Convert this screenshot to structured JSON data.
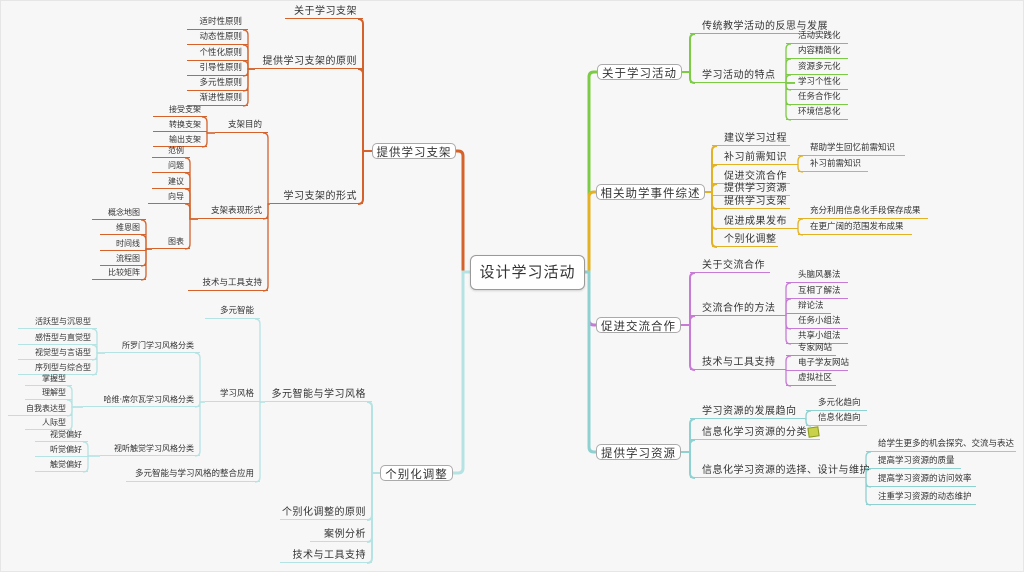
{
  "central": "设计学习活动",
  "colors": {
    "r0": "#7ccb45",
    "r1": "#e3b224",
    "r2": "#c77ad6",
    "r3": "#8fd0d0",
    "l0": "#d4622a",
    "l1": "#b5e3e3"
  },
  "right": [
    {
      "label": "关于学习活动",
      "children": [
        {
          "label": "传统教学活动的反思与发展"
        },
        {
          "label": "学习活动的特点",
          "children": [
            {
              "label": "活动实践化"
            },
            {
              "label": "内容精简化"
            },
            {
              "label": "资源多元化"
            },
            {
              "label": "学习个性化"
            },
            {
              "label": "任务合作化"
            },
            {
              "label": "环境信息化"
            }
          ]
        }
      ]
    },
    {
      "label": "相关助学事件综述",
      "children": [
        {
          "label": "建议学习过程"
        },
        {
          "label": "补习前需知识",
          "children": [
            {
              "label": "帮助学生回忆前需知识"
            },
            {
              "label": "补习前需知识"
            }
          ]
        },
        {
          "label": "促进交流合作"
        },
        {
          "label": "提供学习资源"
        },
        {
          "label": "提供学习支架"
        },
        {
          "label": "促进成果发布",
          "children": [
            {
              "label": "充分利用信息化手段保存成果"
            },
            {
              "label": "在更广阔的范围发布成果"
            }
          ]
        },
        {
          "label": "个别化调整"
        }
      ]
    },
    {
      "label": "促进交流合作",
      "children": [
        {
          "label": "关于交流合作"
        },
        {
          "label": "交流合作的方法",
          "children": [
            {
              "label": "头脑风暴法"
            },
            {
              "label": "互相了解法"
            },
            {
              "label": "辩论法"
            },
            {
              "label": "任务小组法"
            },
            {
              "label": "共享小组法"
            }
          ]
        },
        {
          "label": "技术与工具支持",
          "children": [
            {
              "label": "专家网站"
            },
            {
              "label": "电子学友网站"
            },
            {
              "label": "虚拟社区"
            }
          ]
        }
      ]
    },
    {
      "label": "提供学习资源",
      "children": [
        {
          "label": "学习资源的发展趋向",
          "children": [
            {
              "label": "多元化趋向"
            },
            {
              "label": "信息化趋向"
            }
          ]
        },
        {
          "label": "信息化学习资源的分类"
        },
        {
          "label": "信息化学习资源的选择、设计与维护",
          "children": [
            {
              "label": "给学生更多的机会探究、交流与表达"
            },
            {
              "label": "提高学习资源的质量"
            },
            {
              "label": "提高学习资源的访问效率"
            },
            {
              "label": "注重学习资源的动态维护"
            }
          ]
        }
      ]
    }
  ],
  "left": [
    {
      "label": "提供学习支架",
      "children": [
        {
          "label": "关于学习支架"
        },
        {
          "label": "提供学习支架的原则",
          "children": [
            {
              "label": "适时性原则"
            },
            {
              "label": "动态性原则"
            },
            {
              "label": "个性化原则"
            },
            {
              "label": "引导性原则"
            },
            {
              "label": "多元性原则"
            },
            {
              "label": "渐进性原则"
            }
          ]
        },
        {
          "label": "学习支架的形式",
          "children": [
            {
              "label": "支架目的",
              "children": [
                {
                  "label": "接受支架"
                },
                {
                  "label": "转换支架"
                },
                {
                  "label": "输出支架"
                }
              ]
            },
            {
              "label": "支架表现形式",
              "children": [
                {
                  "label": "范例"
                },
                {
                  "label": "问题"
                },
                {
                  "label": "建议"
                },
                {
                  "label": "向导"
                },
                {
                  "label": "图表",
                  "children": [
                    {
                      "label": "概念地图"
                    },
                    {
                      "label": "维恩图"
                    },
                    {
                      "label": "时间线"
                    },
                    {
                      "label": "流程图"
                    },
                    {
                      "label": "比较矩阵"
                    }
                  ]
                }
              ]
            },
            {
              "label": "技术与工具支持"
            }
          ]
        }
      ]
    },
    {
      "label": "个别化调整",
      "children": [
        {
          "label": "多元智能与学习风格",
          "children": [
            {
              "label": "多元智能"
            },
            {
              "label": "学习风格",
              "children": [
                {
                  "label": "所罗门学习风格分类",
                  "children": [
                    {
                      "label": "活跃型与沉思型"
                    },
                    {
                      "label": "感悟型与直觉型"
                    },
                    {
                      "label": "视觉型与言语型"
                    },
                    {
                      "label": "序列型与综合型"
                    }
                  ]
                },
                {
                  "label": "哈维·席尔瓦学习风格分类",
                  "children": [
                    {
                      "label": "掌握型"
                    },
                    {
                      "label": "理解型"
                    },
                    {
                      "label": "自我表达型"
                    },
                    {
                      "label": "人际型"
                    }
                  ]
                },
                {
                  "label": "视听触觉学习风格分类",
                  "children": [
                    {
                      "label": "视觉偏好"
                    },
                    {
                      "label": "听觉偏好"
                    },
                    {
                      "label": "触觉偏好"
                    }
                  ]
                }
              ]
            },
            {
              "label": "多元智能与学习风格的整合应用"
            }
          ]
        },
        {
          "label": "个别化调整的原则"
        },
        {
          "label": "案例分析"
        },
        {
          "label": "技术与工具支持"
        }
      ]
    }
  ]
}
